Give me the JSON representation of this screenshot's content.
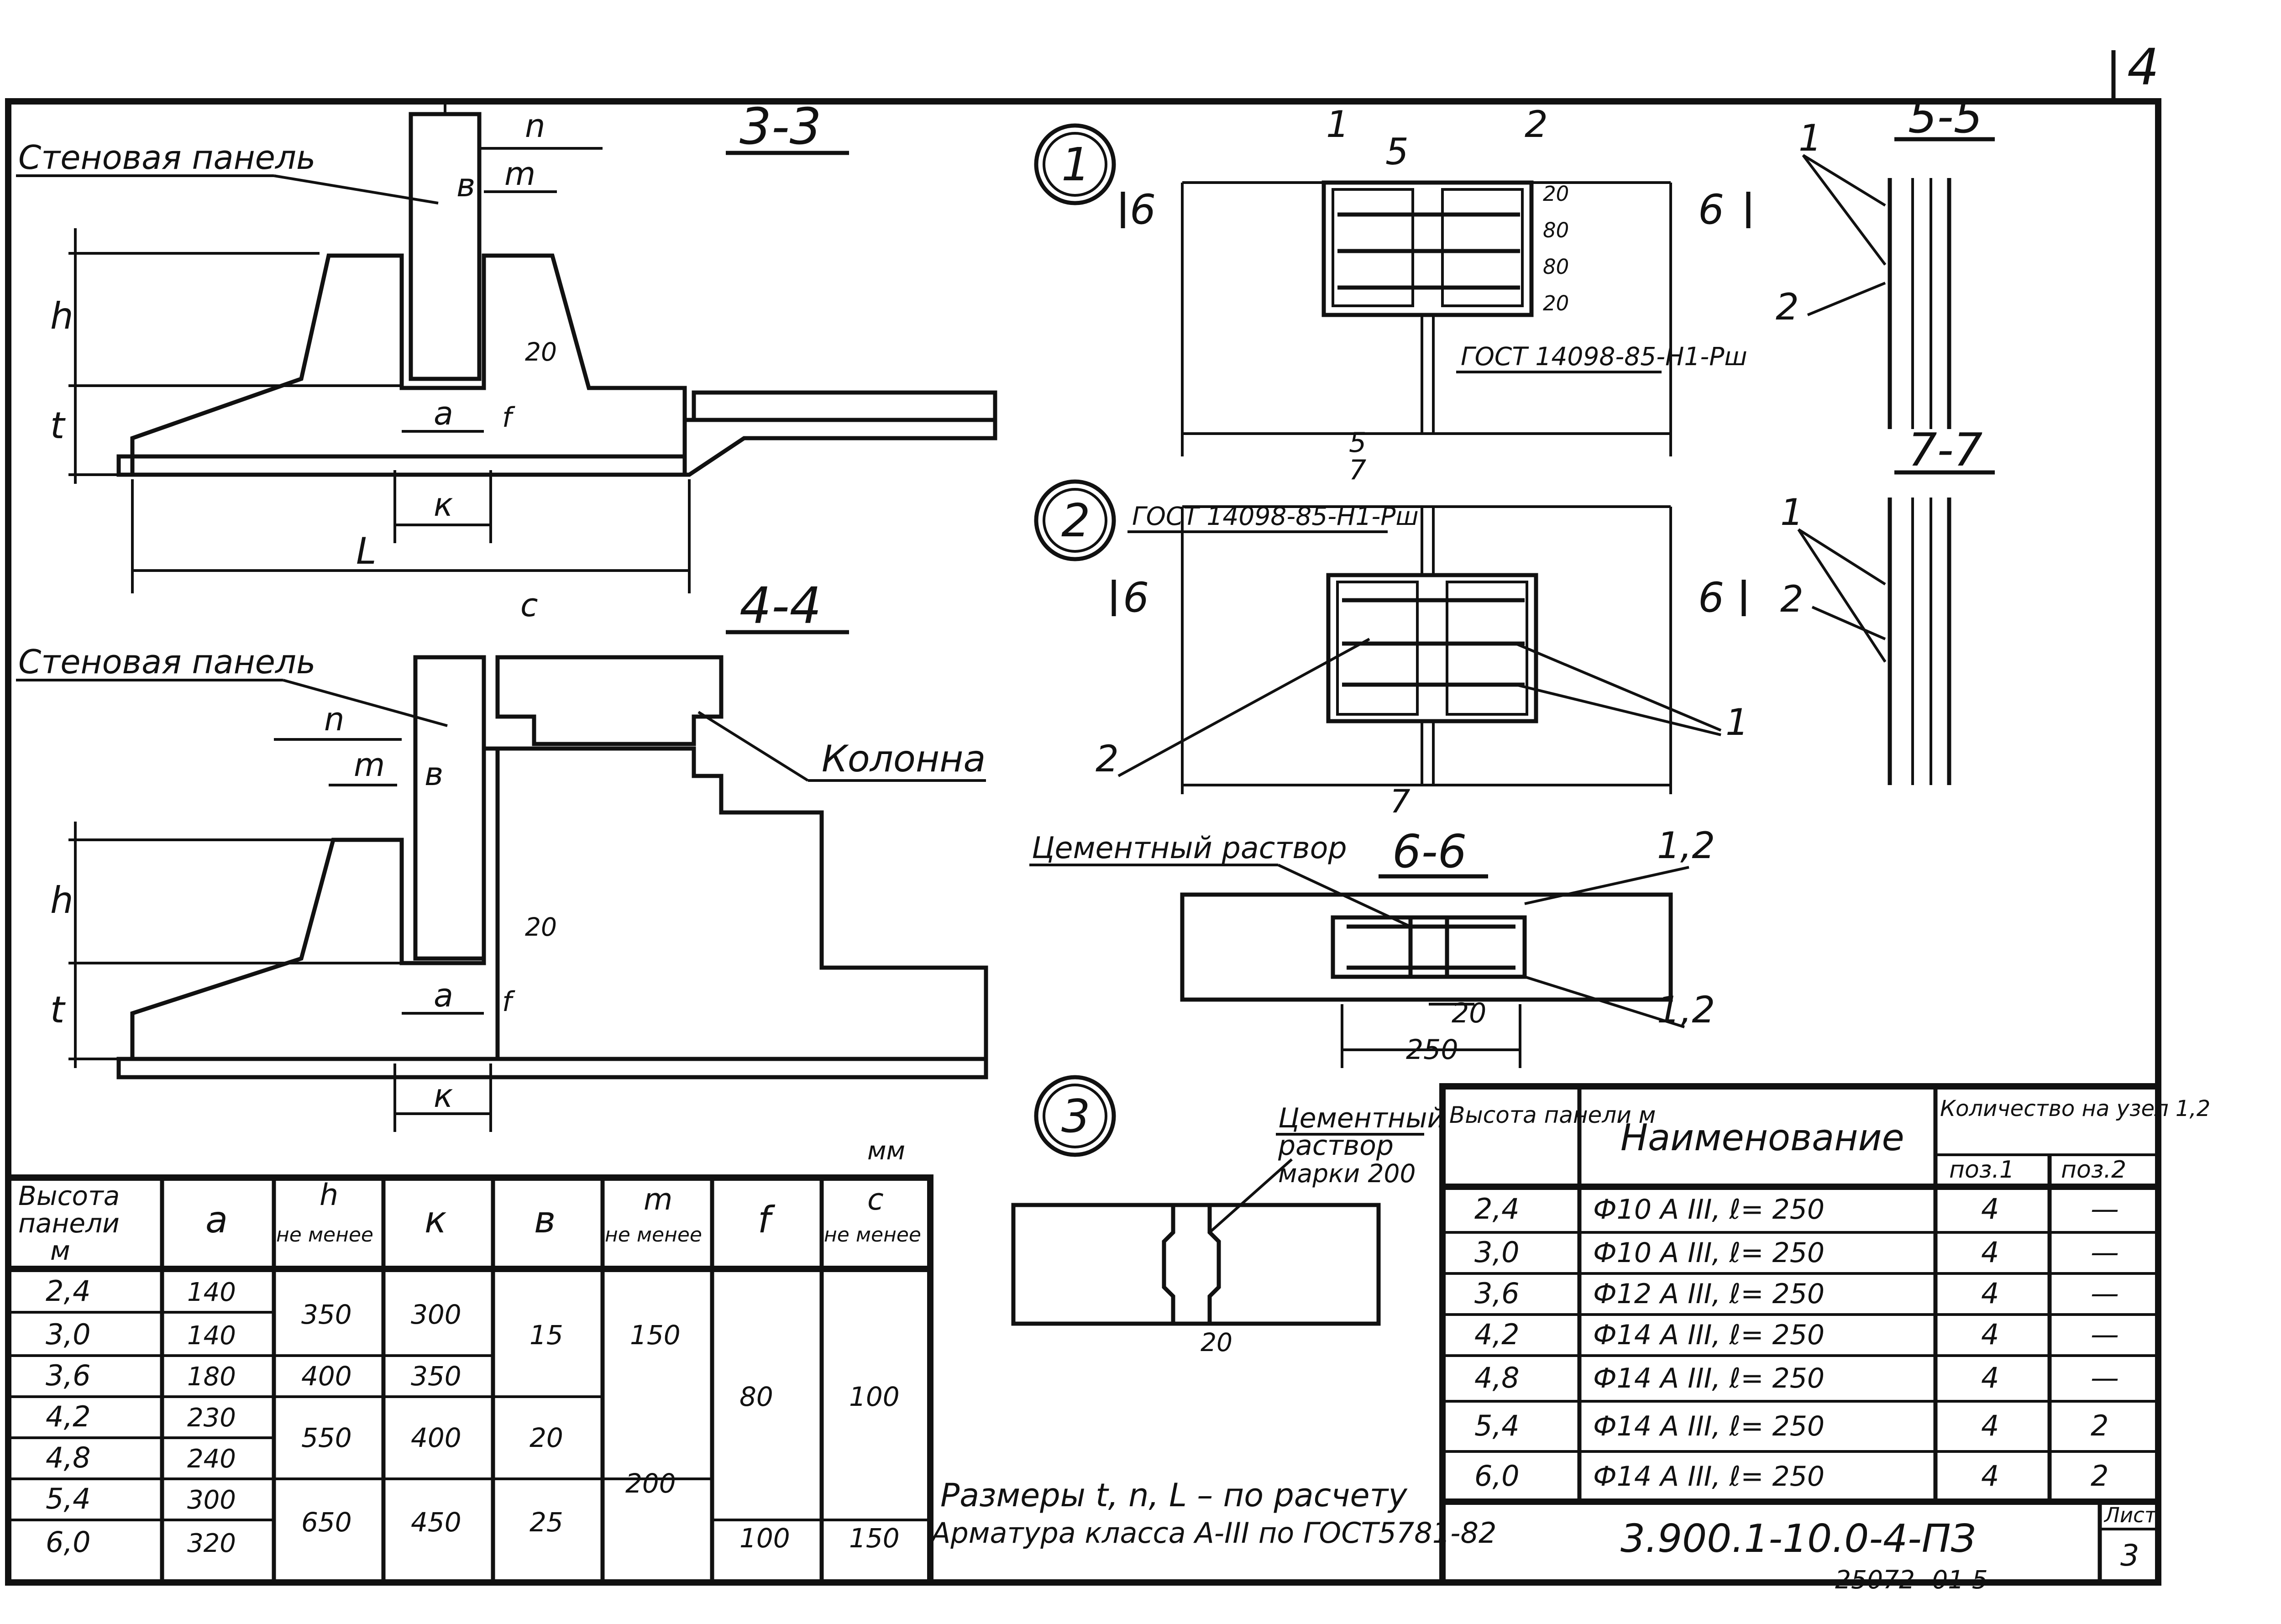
{
  "sheet_number": "4",
  "doc_code": "3.900.1-10.0-4-ПЗ",
  "sheet_label": "Лист",
  "sheet_value": "3",
  "archive_number": "25072- 01 5",
  "units": "мм",
  "notes": {
    "line1": "Размеры t, n, L – по расчету",
    "line2": "Арматура класса А-III по ГОСТ5781-82"
  },
  "sections": {
    "s33": {
      "title": "3-3",
      "wall_panel": "Стеновая панель",
      "dims": {
        "n": "n",
        "b": "в",
        "m": "m",
        "h": "h",
        "t": "t",
        "a": "a",
        "f": "f",
        "k": "к",
        "L": "L",
        "d20": "20"
      }
    },
    "s44": {
      "title": "4-4",
      "wall_panel": "Стеновая панель",
      "column": "Колонна",
      "dims": {
        "c": "c",
        "n": "n",
        "m": "m",
        "b": "в",
        "h": "h",
        "t": "t",
        "a": "a",
        "f": "f",
        "k": "к",
        "d20": "20"
      }
    },
    "node1": {
      "num": "1",
      "cut5": "5",
      "cut6": "6",
      "pos1": "1",
      "pos2": "2",
      "spacing": [
        "20",
        "80",
        "80",
        "20"
      ],
      "gost": "ГОСТ 14098-85-Н1-Рш",
      "cut5b": "5",
      "cut7": "7"
    },
    "node2": {
      "num": "2",
      "gost": "ГОСТ 14098-85-Н1-Рш",
      "cut6": "6",
      "pos1": "1",
      "pos2": "2",
      "cut7": "7"
    },
    "s55": {
      "title": "5-5",
      "pos1": "1",
      "pos2": "2"
    },
    "s77": {
      "title": "7-7",
      "pos1": "1",
      "pos2": "2"
    },
    "s66": {
      "title": "6-6",
      "mortar": "Цементный раствор",
      "pos_top": "1,2",
      "pos_bot": "1,2",
      "d20": "20",
      "d250": "250"
    },
    "node3": {
      "num": "3",
      "mortar_l1": "Цементный",
      "mortar_l2": "раствор",
      "mortar_l3": "марки 200",
      "d20": "20"
    }
  },
  "table_left": {
    "headers": [
      {
        "l1": "Высота",
        "l2": "панели",
        "l3": "м"
      },
      {
        "l1": "а",
        "l2": "",
        "l3": ""
      },
      {
        "l1": "h",
        "l2": "не менее",
        "l3": ""
      },
      {
        "l1": "к",
        "l2": "",
        "l3": ""
      },
      {
        "l1": "в",
        "l2": "",
        "l3": ""
      },
      {
        "l1": "m",
        "l2": "не менее",
        "l3": ""
      },
      {
        "l1": "f",
        "l2": "",
        "l3": ""
      },
      {
        "l1": "c",
        "l2": "не менее",
        "l3": ""
      }
    ],
    "heights": [
      "2,4",
      "3,0",
      "3,6",
      "4,2",
      "4,8",
      "5,4",
      "6,0"
    ],
    "a": [
      "140",
      "140",
      "180",
      "230",
      "240",
      "300",
      "320"
    ],
    "h": [
      "350",
      "400",
      "550",
      "650"
    ],
    "k": [
      "300",
      "350",
      "400",
      "450"
    ],
    "b": [
      "15",
      "20",
      "25"
    ],
    "m": [
      "150",
      "200"
    ],
    "f": [
      "80",
      "100"
    ],
    "c": [
      "100",
      "150"
    ]
  },
  "table_right": {
    "h_height": "Высота панели м",
    "h_name": "Наименование",
    "h_qty": "Количество на узел 1,2",
    "h_pos1": "поз.1",
    "h_pos2": "поз.2",
    "rows": [
      {
        "h": "2,4",
        "name": "Ф10 А III, ℓ= 250",
        "p1": "4",
        "p2": "—"
      },
      {
        "h": "3,0",
        "name": "Ф10 А III, ℓ= 250",
        "p1": "4",
        "p2": "—"
      },
      {
        "h": "3,6",
        "name": "Ф12 А III, ℓ= 250",
        "p1": "4",
        "p2": "—"
      },
      {
        "h": "4,2",
        "name": "Ф14 А III, ℓ= 250",
        "p1": "4",
        "p2": "—"
      },
      {
        "h": "4,8",
        "name": "Ф14 А III, ℓ= 250",
        "p1": "4",
        "p2": "—"
      },
      {
        "h": "5,4",
        "name": "Ф14 А III, ℓ= 250",
        "p1": "4",
        "p2": "2"
      },
      {
        "h": "6,0",
        "name": "Ф14 А III, ℓ= 250",
        "p1": "4",
        "p2": "2"
      }
    ]
  }
}
